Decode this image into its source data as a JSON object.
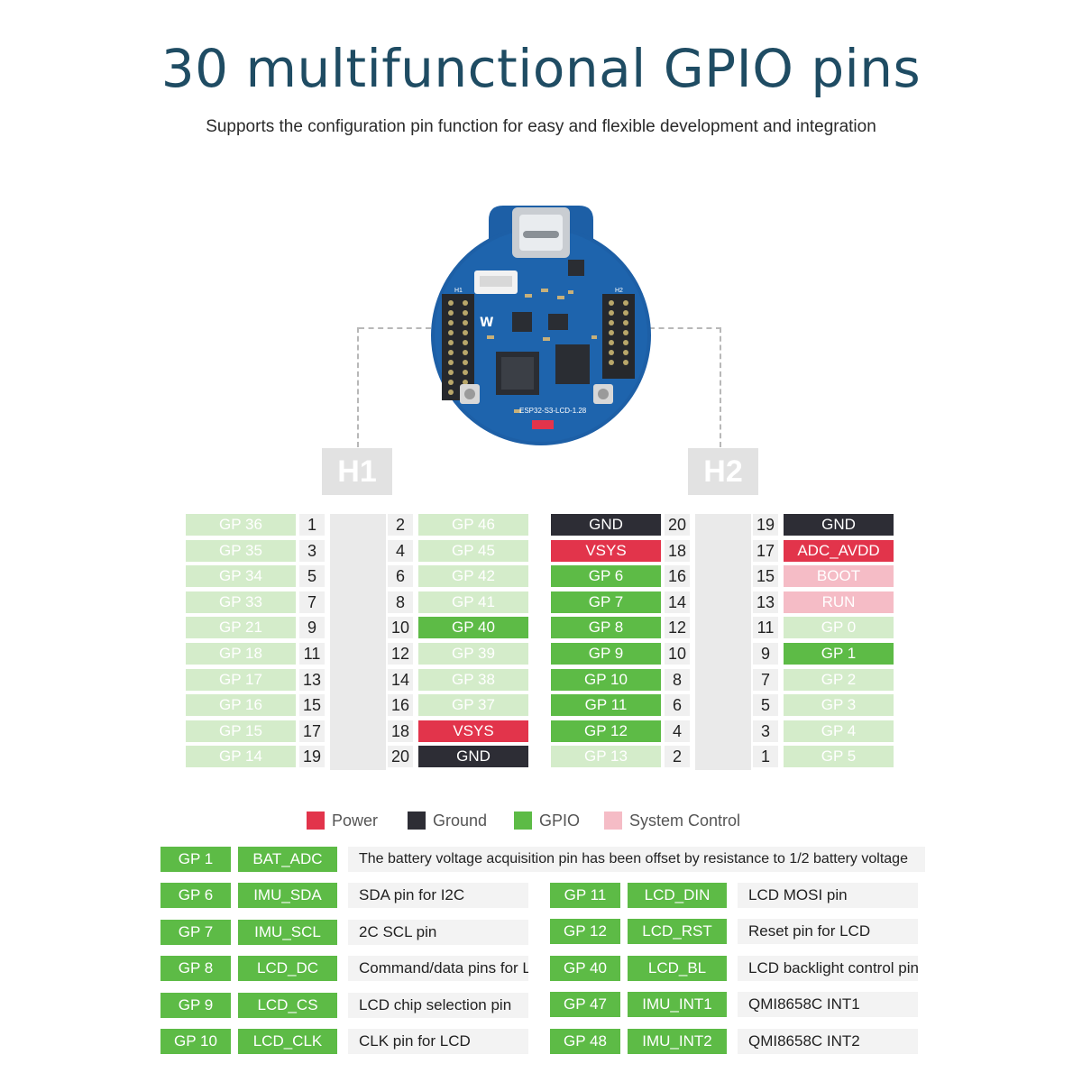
{
  "title": "30 multifunctional GPIO pins",
  "subtitle": "Supports the configuration pin function for easy and flexible development and integration",
  "board": {
    "label": "ESP32-S3-LCD-1.28",
    "h1_mark": "H1",
    "h2_mark": "H2"
  },
  "headers": {
    "h1": "H1",
    "h2": "H2"
  },
  "h1_rows": [
    {
      "left": "GP 36",
      "lt": "gpio-light",
      "n1": "1",
      "n2": "2",
      "right": "GP 46",
      "rt": "gpio-light"
    },
    {
      "left": "GP 35",
      "lt": "gpio-light",
      "n1": "3",
      "n2": "4",
      "right": "GP 45",
      "rt": "gpio-light"
    },
    {
      "left": "GP 34",
      "lt": "gpio-light",
      "n1": "5",
      "n2": "6",
      "right": "GP 42",
      "rt": "gpio-light"
    },
    {
      "left": "GP 33",
      "lt": "gpio-light",
      "n1": "7",
      "n2": "8",
      "right": "GP 41",
      "rt": "gpio-light"
    },
    {
      "left": "GP 21",
      "lt": "gpio-light",
      "n1": "9",
      "n2": "10",
      "right": "GP 40",
      "rt": "gpio"
    },
    {
      "left": "GP 18",
      "lt": "gpio-light",
      "n1": "11",
      "n2": "12",
      "right": "GP 39",
      "rt": "gpio-light"
    },
    {
      "left": "GP 17",
      "lt": "gpio-light",
      "n1": "13",
      "n2": "14",
      "right": "GP 38",
      "rt": "gpio-light"
    },
    {
      "left": "GP 16",
      "lt": "gpio-light",
      "n1": "15",
      "n2": "16",
      "right": "GP 37",
      "rt": "gpio-light"
    },
    {
      "left": "GP 15",
      "lt": "gpio-light",
      "n1": "17",
      "n2": "18",
      "right": "VSYS",
      "rt": "power"
    },
    {
      "left": "GP 14",
      "lt": "gpio-light",
      "n1": "19",
      "n2": "20",
      "right": "GND",
      "rt": "ground"
    }
  ],
  "h2_rows": [
    {
      "left": "GND",
      "lt": "ground",
      "n1": "20",
      "n2": "19",
      "right": "GND",
      "rt": "ground"
    },
    {
      "left": "VSYS",
      "lt": "power",
      "n1": "18",
      "n2": "17",
      "right": "ADC_AVDD",
      "rt": "power"
    },
    {
      "left": "GP 6",
      "lt": "gpio",
      "n1": "16",
      "n2": "15",
      "right": "BOOT",
      "rt": "sys"
    },
    {
      "left": "GP 7",
      "lt": "gpio",
      "n1": "14",
      "n2": "13",
      "right": "RUN",
      "rt": "sys"
    },
    {
      "left": "GP 8",
      "lt": "gpio",
      "n1": "12",
      "n2": "11",
      "right": "GP 0",
      "rt": "gpio-light"
    },
    {
      "left": "GP 9",
      "lt": "gpio",
      "n1": "10",
      "n2": "9",
      "right": "GP 1",
      "rt": "gpio"
    },
    {
      "left": "GP 10",
      "lt": "gpio",
      "n1": "8",
      "n2": "7",
      "right": "GP 2",
      "rt": "gpio-light"
    },
    {
      "left": "GP 11",
      "lt": "gpio",
      "n1": "6",
      "n2": "5",
      "right": "GP 3",
      "rt": "gpio-light"
    },
    {
      "left": "GP 12",
      "lt": "gpio",
      "n1": "4",
      "n2": "3",
      "right": "GP 4",
      "rt": "gpio-light"
    },
    {
      "left": "GP 13",
      "lt": "gpio-light",
      "n1": "2",
      "n2": "1",
      "right": "GP 5",
      "rt": "gpio-light"
    }
  ],
  "legend": [
    {
      "label": "Power",
      "color": "#e2344b"
    },
    {
      "label": "Ground",
      "color": "#2d2d35"
    },
    {
      "label": "GPIO",
      "color": "#5dbb46"
    },
    {
      "label": "System Control",
      "color": "#f5bcc6"
    }
  ],
  "descriptions_left": [
    {
      "gp": "GP 1",
      "fn": "BAT_ADC",
      "desc": "The battery voltage acquisition pin has been offset by resistance to 1/2 battery voltage"
    },
    {
      "gp": "GP 6",
      "fn": "IMU_SDA",
      "desc": "SDA pin for I2C"
    },
    {
      "gp": "GP 7",
      "fn": "IMU_SCL",
      "desc": "2C SCL pin"
    },
    {
      "gp": "GP 8",
      "fn": "LCD_DC",
      "desc": "Command/data pins for LCD"
    },
    {
      "gp": "GP 9",
      "fn": "LCD_CS",
      "desc": "LCD chip selection pin"
    },
    {
      "gp": "GP 10",
      "fn": "LCD_CLK",
      "desc": "CLK pin for LCD"
    }
  ],
  "descriptions_right": [
    {
      "gp": "GP 11",
      "fn": "LCD_DIN",
      "desc": "LCD MOSI pin"
    },
    {
      "gp": "GP 12",
      "fn": "LCD_RST",
      "desc": "Reset pin for LCD"
    },
    {
      "gp": "GP 40",
      "fn": "LCD_BL",
      "desc": "LCD backlight control pin"
    },
    {
      "gp": "GP 47",
      "fn": "IMU_INT1",
      "desc": "QMI8658C INT1"
    },
    {
      "gp": "GP 48",
      "fn": "IMU_INT2",
      "desc": "QMI8658C INT2"
    }
  ]
}
